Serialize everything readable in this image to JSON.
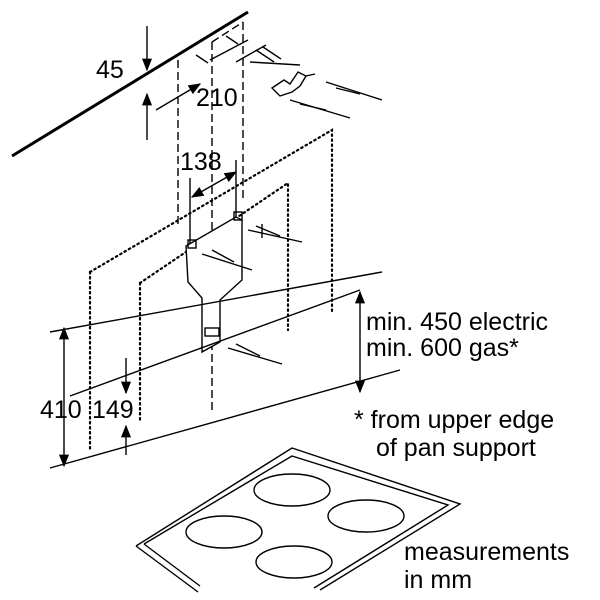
{
  "labels": {
    "dim_wall_top": "45",
    "dim_hole_spacing": "210",
    "dim_bracket_spacing": "138",
    "dim_410": "410",
    "dim_149": "149",
    "min_electric": "min. 450 electric",
    "min_gas": "min. 600 gas*",
    "footnote_line1": "* from upper edge",
    "footnote_line2": "of pan support",
    "units_line1": "measurements",
    "units_line2": "in mm"
  }
}
